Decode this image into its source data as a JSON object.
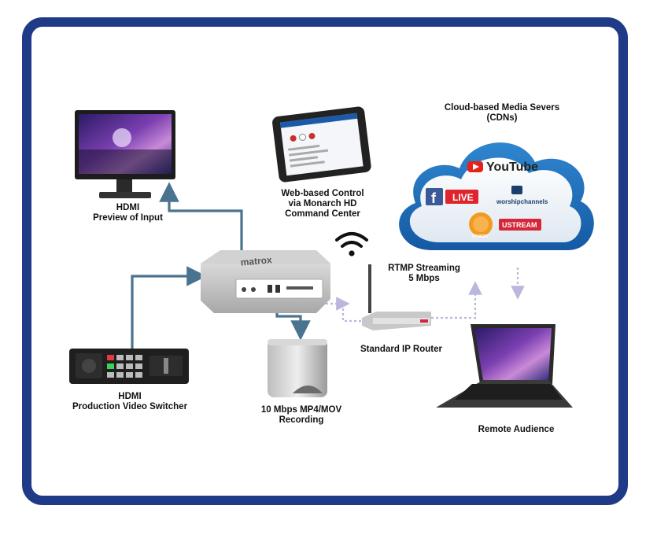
{
  "labels": {
    "hdmi_preview_line1": "HDMI",
    "hdmi_preview_line2": "Preview of Input",
    "web_control_line1": "Web-based Control",
    "web_control_line2": "via Monarch HD",
    "web_control_line3": "Command Center",
    "cloud_title_line1": "Cloud-based Media Severs",
    "cloud_title_line2": "(CDNs)",
    "rtmp_line1": "RTMP Streaming",
    "rtmp_line2": "5 Mbps",
    "router": "Standard IP Router",
    "switcher_line1": "HDMI",
    "switcher_line2": "Production Video Switcher",
    "recording_line1": "10 Mbps MP4/MOV",
    "recording_line2": "Recording",
    "remote": "Remote Audience"
  },
  "devices": {
    "encoder_brand": "matrox"
  },
  "cdn_logos": {
    "youtube": "YouTube",
    "facebook_live": "LIVE",
    "worship_channels": "worshipchannels",
    "wowza": "WOWZA",
    "ustream": "USTREAM"
  },
  "colors": {
    "frame": "#1f3a86",
    "connector": "#4a7390",
    "dotted": "#b9b8dc",
    "cloud": "#1e6fb8",
    "youtube_red": "#e62117",
    "facebook_blue": "#3b5998",
    "live_red": "#e0242c"
  }
}
